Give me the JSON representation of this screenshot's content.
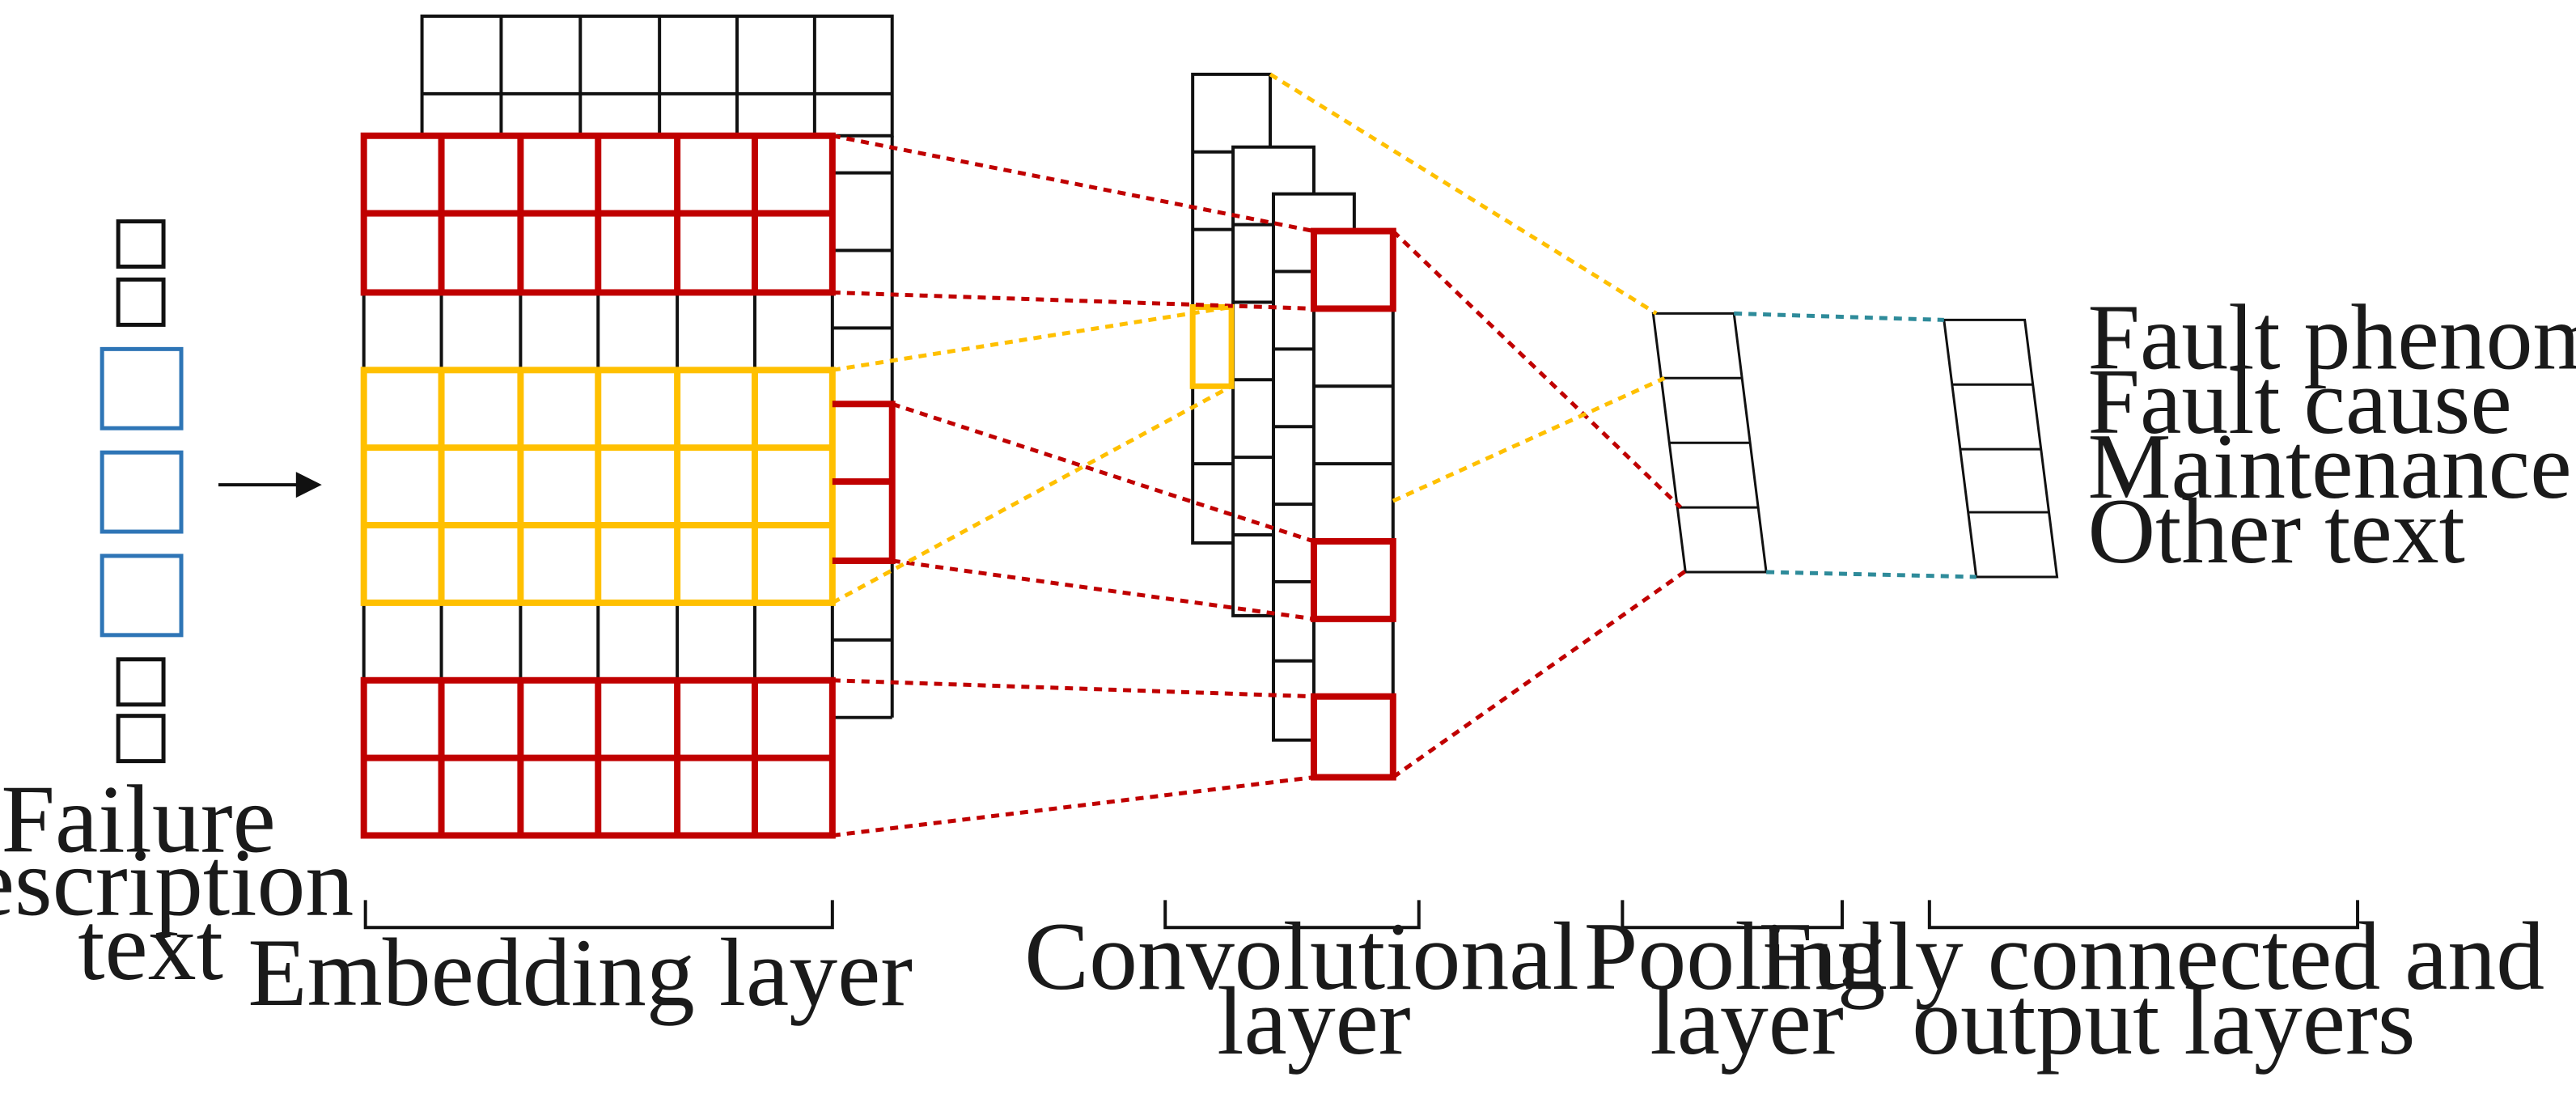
{
  "colors": {
    "outline": "#111111",
    "red": "#c00000",
    "yellow": "#ffc000",
    "blue": "#2e75b6",
    "teal": "#2e8b9a"
  },
  "input": {
    "label_lines": [
      "Failure",
      "description",
      "text"
    ]
  },
  "layers": {
    "embedding": {
      "label": "Embedding layer"
    },
    "convolution": {
      "label_lines": [
        "Convolutional",
        "layer"
      ]
    },
    "pooling": {
      "label_lines": [
        "Pooling",
        "layer"
      ]
    },
    "fully_connected": {
      "label_lines": [
        "Fully connected and",
        "output layers"
      ]
    }
  },
  "outputs": [
    "Fault phenomenon",
    "Fault cause",
    "Maintenance method",
    "Other text"
  ]
}
